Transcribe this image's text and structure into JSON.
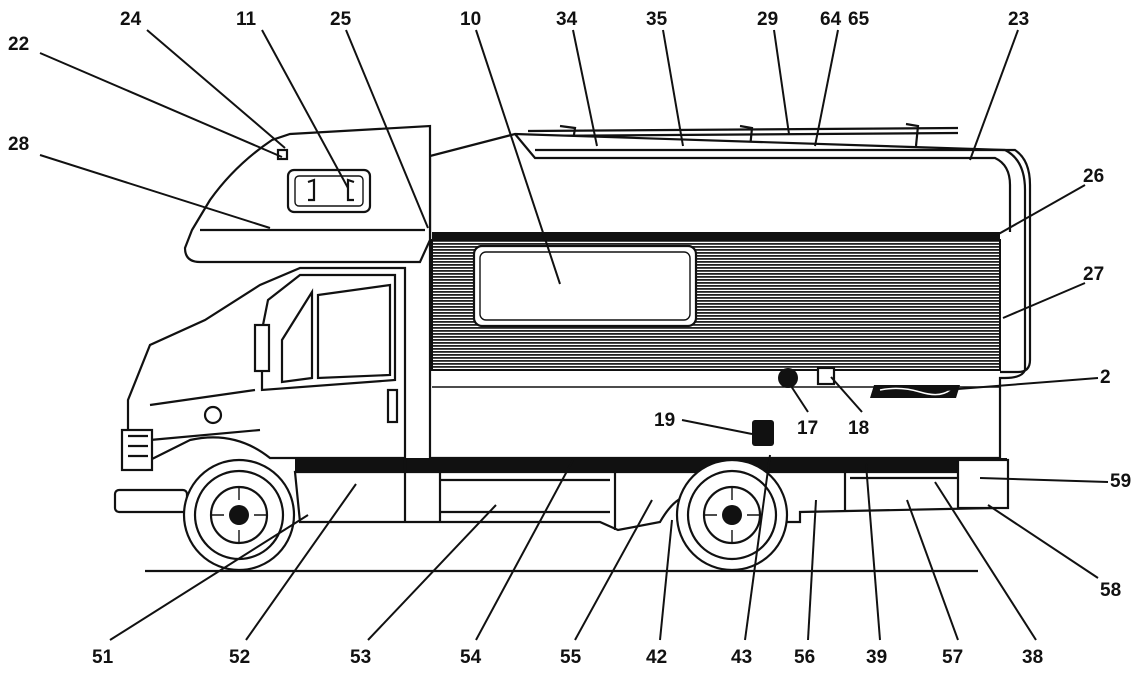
{
  "callouts": [
    {
      "id": "c-22",
      "label": "22"
    },
    {
      "id": "c-24",
      "label": "24"
    },
    {
      "id": "c-11",
      "label": "11"
    },
    {
      "id": "c-25",
      "label": "25"
    },
    {
      "id": "c-10",
      "label": "10"
    },
    {
      "id": "c-34",
      "label": "34"
    },
    {
      "id": "c-35",
      "label": "35"
    },
    {
      "id": "c-29",
      "label": "29"
    },
    {
      "id": "c-64",
      "label": "64"
    },
    {
      "id": "c-65",
      "label": "65"
    },
    {
      "id": "c-23",
      "label": "23"
    },
    {
      "id": "c-28",
      "label": "28"
    },
    {
      "id": "c-26",
      "label": "26"
    },
    {
      "id": "c-27",
      "label": "27"
    },
    {
      "id": "c-2",
      "label": "2"
    },
    {
      "id": "c-17",
      "label": "17"
    },
    {
      "id": "c-18",
      "label": "18"
    },
    {
      "id": "c-19",
      "label": "19"
    },
    {
      "id": "c-59",
      "label": "59"
    },
    {
      "id": "c-58",
      "label": "58"
    },
    {
      "id": "c-51",
      "label": "51"
    },
    {
      "id": "c-52",
      "label": "52"
    },
    {
      "id": "c-53",
      "label": "53"
    },
    {
      "id": "c-54",
      "label": "54"
    },
    {
      "id": "c-55",
      "label": "55"
    },
    {
      "id": "c-42",
      "label": "42"
    },
    {
      "id": "c-43",
      "label": "43"
    },
    {
      "id": "c-56",
      "label": "56"
    },
    {
      "id": "c-39",
      "label": "39"
    },
    {
      "id": "c-57",
      "label": "57"
    },
    {
      "id": "c-38",
      "label": "38"
    }
  ]
}
